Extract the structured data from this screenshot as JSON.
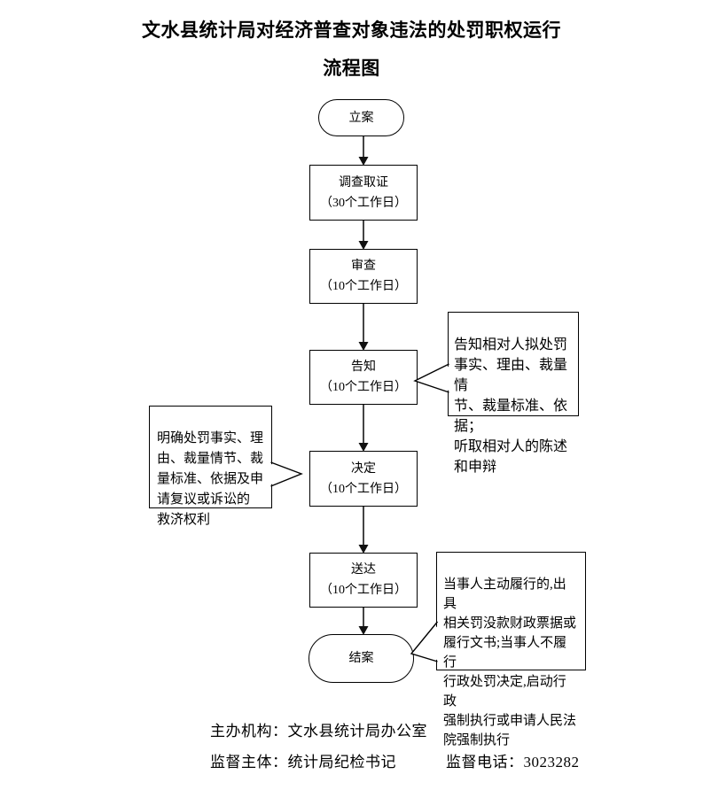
{
  "title": {
    "line1": "文水县统计局对经济普查对象违法的处罚职权运行",
    "line2": "流程图"
  },
  "colors": {
    "ink": "#000000",
    "background": "#ffffff",
    "connector": "#444444"
  },
  "flowchart": {
    "nodes": [
      {
        "label": "立案",
        "shape": "stadium"
      },
      {
        "label": "调查取证",
        "duration": "（30个工作日）",
        "shape": "rect"
      },
      {
        "label": "审查",
        "duration": "（10个工作日）",
        "shape": "rect"
      },
      {
        "label": "告知",
        "duration": "（10个工作日）",
        "shape": "rect"
      },
      {
        "label": "决定",
        "duration": "（10个工作日）",
        "shape": "rect"
      },
      {
        "label": "送达",
        "duration": "（10个工作日）",
        "shape": "rect"
      },
      {
        "label": "结案",
        "shape": "stadium"
      }
    ],
    "callouts": [
      {
        "attached_to": "告知",
        "side": "right",
        "text": "告知相对人拟处罚\n事实、理由、裁量情\n节、裁量标准、依据；\n听取相对人的陈述\n和申辩"
      },
      {
        "attached_to": "决定",
        "side": "left",
        "text": "明确处罚事实、理\n由、裁量情节、裁\n量标准、依据及申\n请复议或诉讼的\n救济权利"
      },
      {
        "attached_to": "结案",
        "side": "right",
        "text": "当事人主动履行的,出具\n相关罚没款财政票据或\n履行文书;当事人不履行\n行政处罚决定,启动行政\n强制执行或申请人民法\n院强制执行"
      }
    ]
  },
  "footer": {
    "organizer": "主办机构：文水县统计局办公室",
    "supervisor": "监督主体：统计局纪检书记",
    "phone": "监督电话：3023282"
  }
}
